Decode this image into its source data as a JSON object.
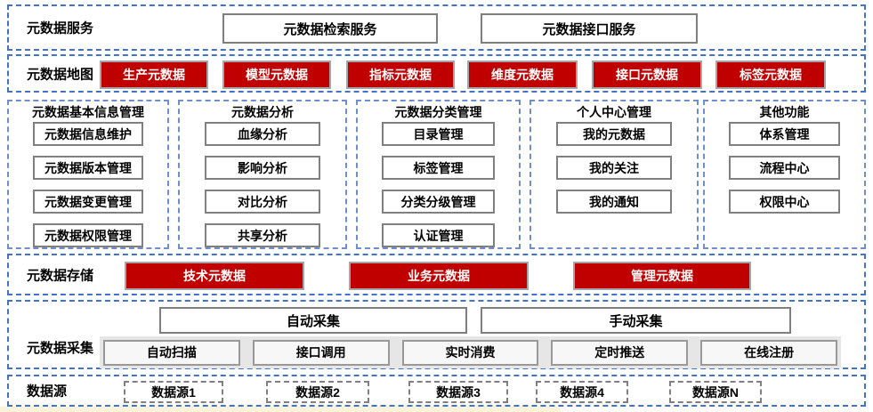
{
  "colors": {
    "node_red": "#C00000",
    "band_border_blue": "#4472C4",
    "column_border_blue": "#6E8FCB",
    "box_border_gray": "#7F7F7F",
    "strip_gray": "#E7E6E6",
    "bottom_strip_cream": "#FBF4DB"
  },
  "services": {
    "label": "元数据服务",
    "items": [
      "元数据检索服务",
      "元数据接口服务"
    ]
  },
  "map": {
    "label": "元数据地图",
    "buttons": [
      "生产元数据",
      "模型元数据",
      "指标元数据",
      "维度元数据",
      "接口元数据",
      "标签元数据"
    ]
  },
  "management": {
    "columns": [
      {
        "title": "元数据基本信息管理",
        "items": [
          "元数据信息维护",
          "元数据版本管理",
          "元数据变更管理",
          "元数据权限管理"
        ]
      },
      {
        "title": "元数据分析",
        "items": [
          "血缘分析",
          "影响分析",
          "对比分析",
          "共享分析"
        ]
      },
      {
        "title": "元数据分类管理",
        "items": [
          "目录管理",
          "标签管理",
          "分类分级管理",
          "认证管理"
        ]
      },
      {
        "title": "个人中心管理",
        "items": [
          "我的元数据",
          "我的关注",
          "我的通知"
        ]
      },
      {
        "title": "其他功能",
        "items": [
          "体系管理",
          "流程中心",
          "权限中心"
        ]
      }
    ]
  },
  "storage": {
    "label": "元数据存储",
    "buttons": [
      "技术元数据",
      "业务元数据",
      "管理元数据"
    ]
  },
  "collection": {
    "label": "元数据采集",
    "modes": [
      "自动采集",
      "手动采集"
    ],
    "methods": [
      "自动扫描",
      "接口调用",
      "实时消费",
      "定时推送",
      "在线注册"
    ]
  },
  "sources": {
    "label": "数据源",
    "items": [
      "数据源1",
      "数据源2",
      "数据源3",
      "数据源4",
      "数据源N"
    ]
  }
}
